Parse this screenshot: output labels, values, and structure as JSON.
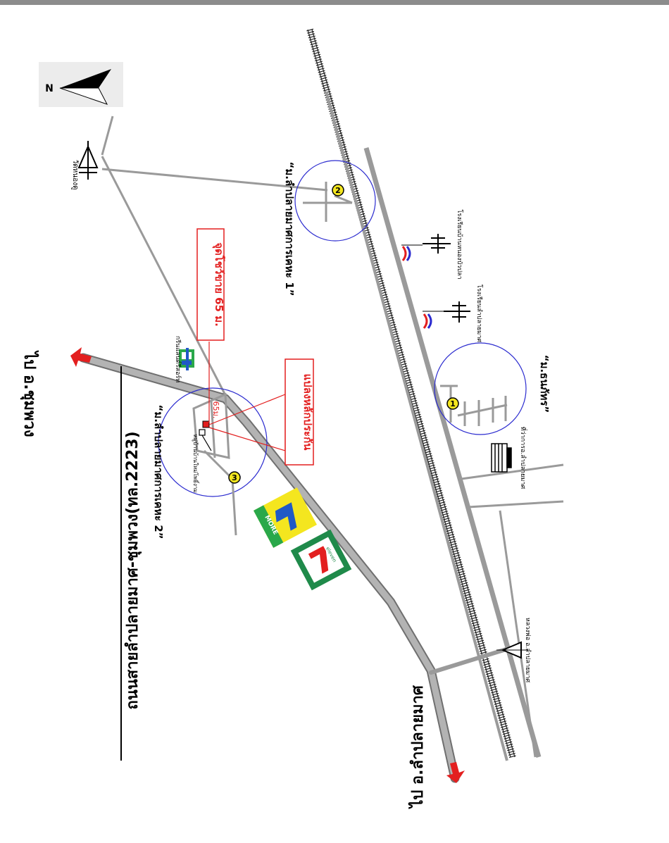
{
  "compass": {
    "letter": "N"
  },
  "labels": {
    "main_road": "ถนนสายลำปลายมาศ-ชุมพวง(ทล.2223)",
    "to_chumphuang": "ไป อ.ชุมพวง",
    "to_lamplaimat": "ไป อ.ลำปลายมาศ",
    "temple": "วัดหนองดู",
    "village_1": "“ม.ธนภัทร”",
    "village_2": "“ม.ลำปลายมาศการเคหะ 1”",
    "village_3": "“ม.ลำปลายมาศการเคหะ 2”",
    "sale_point": "จุดโชว์ขาย 65 ม.",
    "guarantee_plot": "แปลงหลักประกัน",
    "plot_no": "65ม.",
    "green_land": "กรีนแลนด์รีสอร์ท",
    "school_1": "โรงเรียนบ้านหนองบัวปลา",
    "school_2": "โรงเรียนลำปลายมาศ",
    "district_office": "ที่ว่าการอ.ลำปลายมาศ",
    "monument": "หลวงพ่อ อ.ลำปลายมาศ",
    "small_house": "หมู่บ้านบ้านใหม่โพธิ์งาม",
    "marker_1": "1",
    "marker_2": "2",
    "marker_3": "3",
    "store_more": "MORE",
    "store_seven": "eleven"
  },
  "colors": {
    "road": "#9a9a9a",
    "road_edge": "#6f6f6f",
    "circle": "#2b2bcf",
    "callout": "#e31f1f",
    "marker": "#f4e61f",
    "arrow": "#e31f1f"
  }
}
